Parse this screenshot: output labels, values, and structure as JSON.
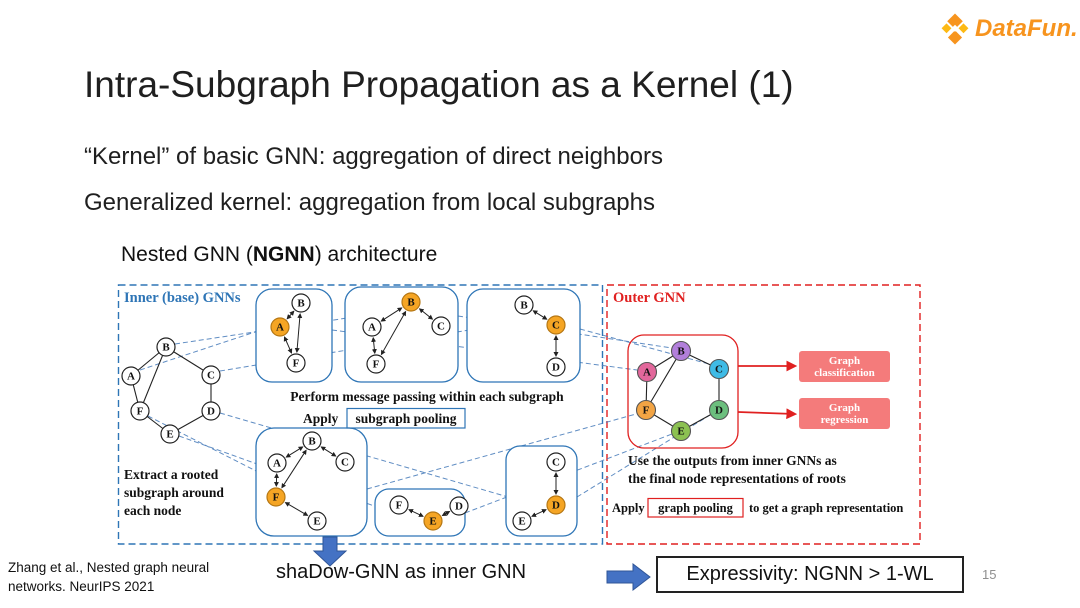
{
  "logo": {
    "brand": "DataFun."
  },
  "slide": {
    "title": "Intra-Subgraph Propagation as a Kernel (1)",
    "bullet1": "“Kernel” of basic GNN: aggregation of direct neighbors",
    "bullet2": "Generalized kernel: aggregation from local subgraphs",
    "subtitle_pre": "Nested GNN (",
    "subtitle_bold": "NGNN",
    "subtitle_post": ") architecture",
    "page_number": "15",
    "citation_line1": "Zhang et al., Nested graph neural",
    "citation_line2": "networks. NeurIPS 2021"
  },
  "figure": {
    "inner_label": "Inner (base) GNNs",
    "outer_label": "Outer GNN",
    "message_passing_caption": "Perform message passing within each subgraph",
    "apply_label": "Apply",
    "subgraph_pooling_label": "subgraph pooling",
    "extract_line1": "Extract a rooted",
    "extract_line2": "subgraph around",
    "extract_line3": "each node",
    "outputs_line1": "Use the outputs from inner GNNs as",
    "outputs_line2": "the final node representations of roots",
    "apply2_label": "Apply",
    "graph_pooling_label": "graph pooling",
    "graph_pooling_suffix": "to get a graph representation",
    "classification_line1": "Graph",
    "classification_line2": "classification",
    "regression_line1": "Graph",
    "regression_line2": "regression",
    "node_labels": {
      "A": "A",
      "B": "B",
      "C": "C",
      "D": "D",
      "E": "E",
      "F": "F"
    },
    "colors": {
      "inner_border": "#2E75B6",
      "outer_border": "#E02020",
      "root_node_fill": "#F5A524",
      "outer_node_fills": {
        "A": "#E2679B",
        "B": "#B27FDB",
        "C": "#3FBBE6",
        "D": "#6CBF7E",
        "E": "#8CC152",
        "F": "#F2A444"
      },
      "output_box_fill": "#F47B7B",
      "arrow_blue": "#4472C4"
    }
  },
  "bottom": {
    "shadow_text": "shaDow-GNN as inner GNN",
    "expressivity": "Expressivity: NGNN > 1-WL"
  }
}
